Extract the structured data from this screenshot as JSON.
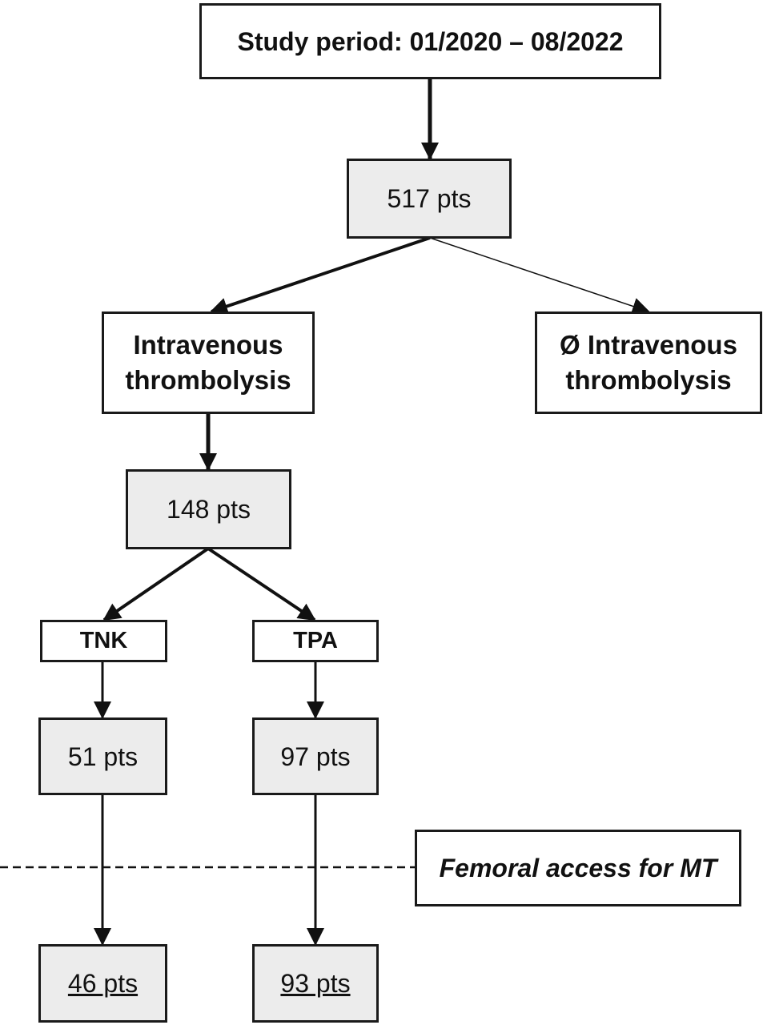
{
  "boxes": {
    "study_period": "Study period: 01/2020 – 08/2022",
    "total": "517 pts",
    "ivt": "Intravenous thrombolysis",
    "no_ivt": "Ø Intravenous thrombolysis",
    "ivt_count": "148 pts",
    "tnk": "TNK",
    "tpa": "TPA",
    "tnk_count": "51 pts",
    "tpa_count": "97 pts",
    "femoral": "Femoral access for MT",
    "tnk_femoral": "46 pts",
    "tpa_femoral": "93 pts"
  }
}
